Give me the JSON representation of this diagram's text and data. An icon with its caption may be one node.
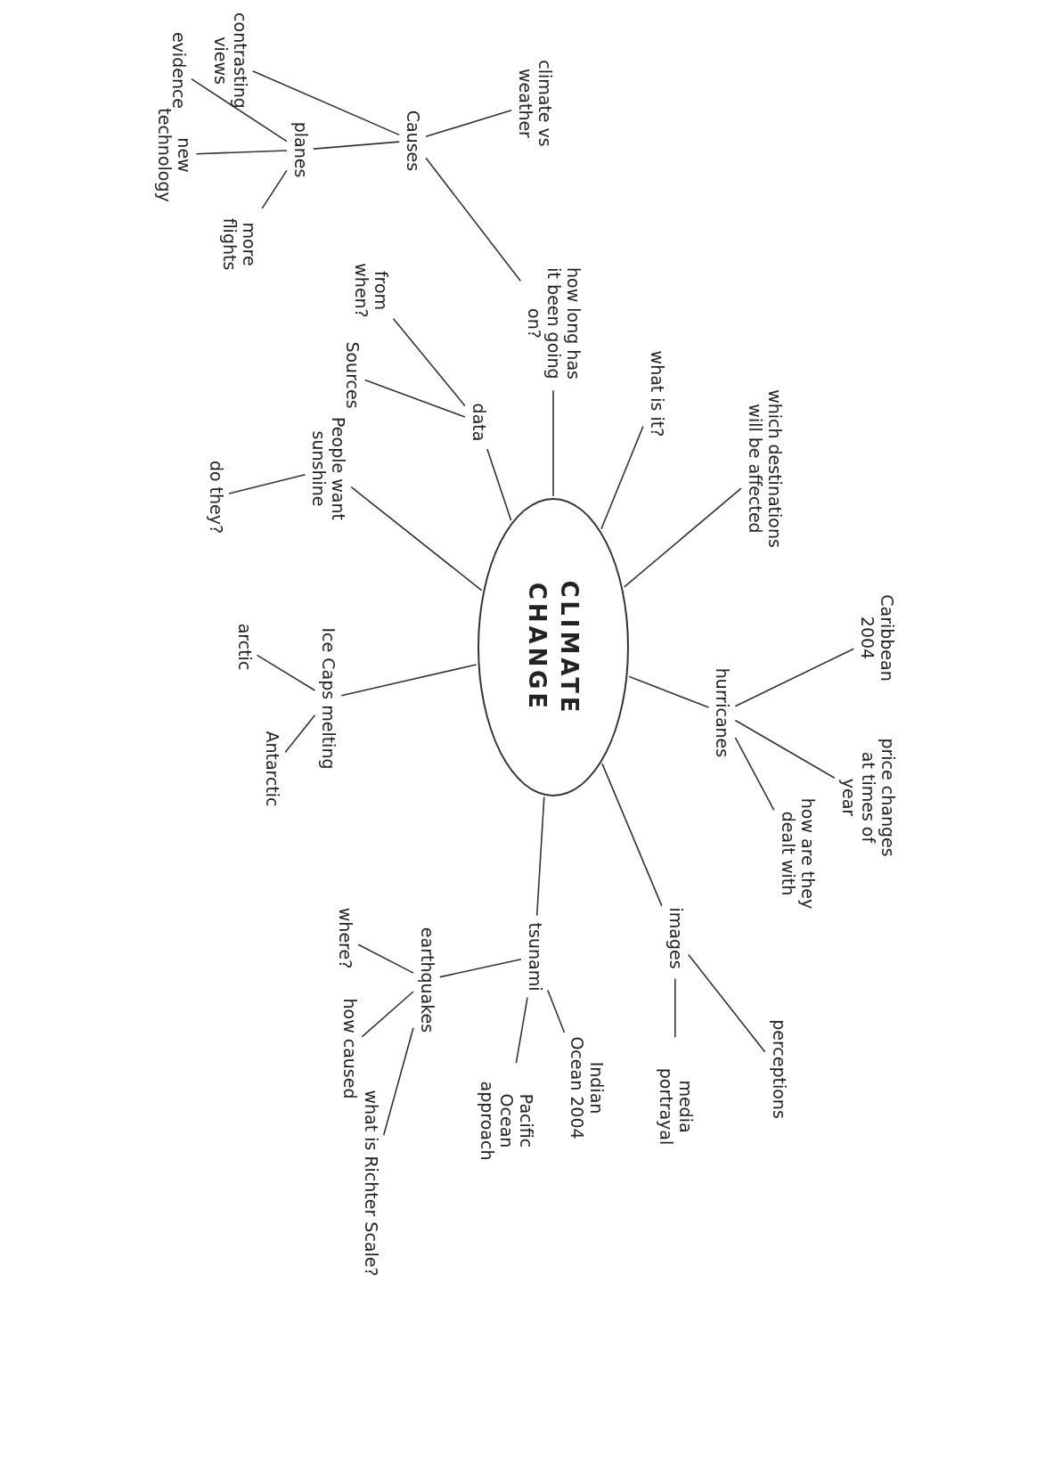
{
  "diagram": {
    "nodes": [
      {
        "text": [
          "CLIMATE CHANGE"
        ]
      },
      {
        "text": [
          "which destinations will be affected"
        ]
      },
      {
        "text": [
          "what is it?"
        ]
      },
      {
        "text": [
          "how long has it been going on?"
        ]
      },
      {
        "text": [
          "data"
        ]
      },
      {
        "text": [
          "from when?"
        ]
      },
      {
        "text": [
          "Sources"
        ]
      },
      {
        "text": [
          "Causes"
        ]
      },
      {
        "text": [
          "climate vs weather"
        ]
      },
      {
        "text": [
          "planes"
        ]
      },
      {
        "text": [
          "contrasting views"
        ]
      },
      {
        "text": [
          "evidence"
        ]
      },
      {
        "text": [
          "new technology"
        ]
      },
      {
        "text": [
          "more flights"
        ]
      },
      {
        "text": [
          "People want sunshine"
        ]
      },
      {
        "text": [
          "do they?"
        ]
      },
      {
        "text": [
          "Ice Caps melting"
        ]
      },
      {
        "text": [
          "arctic"
        ]
      },
      {
        "text": [
          "Antarctic"
        ]
      },
      {
        "text": [
          "hurricanes"
        ]
      },
      {
        "text": [
          "Caribbean 2004"
        ]
      },
      {
        "text": [
          "price changes at times of year"
        ]
      },
      {
        "text": [
          "how are they dealt with"
        ]
      },
      {
        "text": [
          "images"
        ]
      },
      {
        "text": [
          "perceptions"
        ]
      },
      {
        "text": [
          "media portrayal"
        ]
      },
      {
        "text": [
          "tsunami"
        ]
      },
      {
        "text": [
          "Indian Ocean 2004"
        ]
      },
      {
        "text": [
          "Pacific Ocean approach"
        ]
      },
      {
        "text": [
          "earthquakes"
        ]
      },
      {
        "text": [
          "where?"
        ]
      },
      {
        "text": [
          "how caused"
        ]
      },
      {
        "text": [
          "what is Richter Scale?"
        ]
      }
    ],
    "edges": [
      {
        "from": 0,
        "to": 1,
        "arrow": "none"
      },
      {
        "from": 0,
        "to": 2,
        "arrow": "none"
      },
      {
        "from": 0,
        "to": 3,
        "arrow": "none"
      },
      {
        "from": 0,
        "to": 4,
        "arrow": "none"
      },
      {
        "from": 4,
        "to": 5,
        "arrow": "none"
      },
      {
        "from": 4,
        "to": 6,
        "arrow": "none"
      },
      {
        "from": 3,
        "to": 7,
        "arrow": "none"
      },
      {
        "from": 7,
        "to": 8,
        "arrow": "none"
      },
      {
        "from": 7,
        "to": 10,
        "arrow": "none"
      },
      {
        "from": 7,
        "to": 9,
        "arrow": "none"
      },
      {
        "from": 9,
        "to": 11,
        "arrow": "none"
      },
      {
        "from": 9,
        "to": 12,
        "arrow": "none"
      },
      {
        "from": 9,
        "to": 13,
        "arrow": "none"
      },
      {
        "from": 0,
        "to": 14,
        "arrow": "none"
      },
      {
        "from": 14,
        "to": 15,
        "arrow": "none"
      },
      {
        "from": 0,
        "to": 16,
        "arrow": "none"
      },
      {
        "from": 16,
        "to": 17,
        "arrow": "none"
      },
      {
        "from": 16,
        "to": 18,
        "arrow": "none"
      },
      {
        "from": 0,
        "to": 19,
        "arrow": "none"
      },
      {
        "from": 19,
        "to": 20,
        "arrow": "none"
      },
      {
        "from": 19,
        "to": 21,
        "arrow": "none"
      },
      {
        "from": 19,
        "to": 22,
        "arrow": "none"
      },
      {
        "from": 0,
        "to": 23,
        "arrow": "none"
      },
      {
        "from": 23,
        "to": 24,
        "arrow": "none"
      },
      {
        "from": 23,
        "to": 25,
        "arrow": "none"
      },
      {
        "from": 0,
        "to": 26,
        "arrow": "none"
      },
      {
        "from": 26,
        "to": 27,
        "arrow": "none"
      },
      {
        "from": 26,
        "to": 28,
        "arrow": "none"
      },
      {
        "from": 26,
        "to": 29,
        "arrow": "none"
      },
      {
        "from": 29,
        "to": 30,
        "arrow": "none"
      },
      {
        "from": 29,
        "to": 31,
        "arrow": "none"
      },
      {
        "from": 29,
        "to": 32,
        "arrow": "none"
      }
    ]
  }
}
